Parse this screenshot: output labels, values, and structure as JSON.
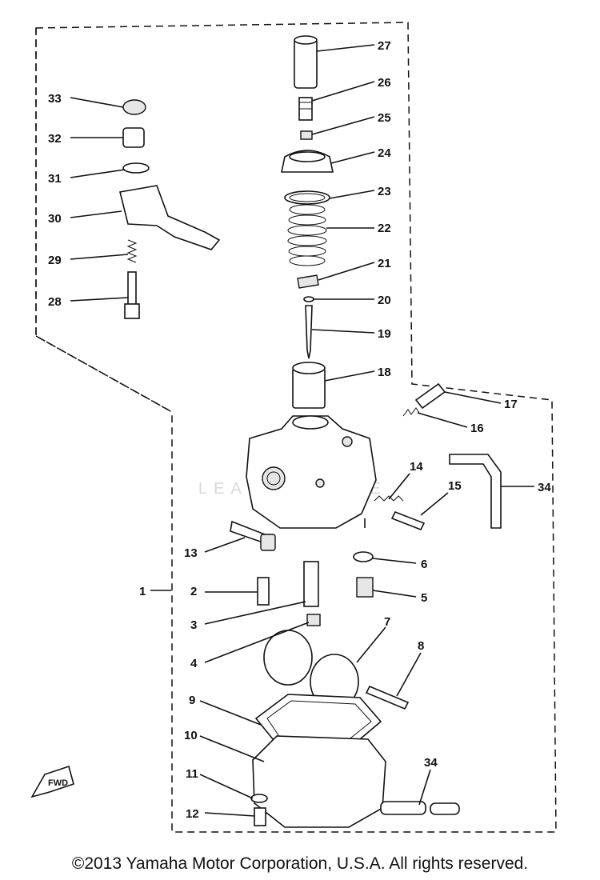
{
  "diagram": {
    "watermark": "LEADVENTURE",
    "fwd_label": "FWD",
    "callouts": [
      {
        "id": "27",
        "label": "27"
      },
      {
        "id": "26",
        "label": "26"
      },
      {
        "id": "25",
        "label": "25"
      },
      {
        "id": "24",
        "label": "24"
      },
      {
        "id": "23",
        "label": "23"
      },
      {
        "id": "22",
        "label": "22"
      },
      {
        "id": "21",
        "label": "21"
      },
      {
        "id": "20",
        "label": "20"
      },
      {
        "id": "19",
        "label": "19"
      },
      {
        "id": "18",
        "label": "18"
      },
      {
        "id": "17",
        "label": "17"
      },
      {
        "id": "16",
        "label": "16"
      },
      {
        "id": "34a",
        "label": "34"
      },
      {
        "id": "14",
        "label": "14"
      },
      {
        "id": "15",
        "label": "15"
      },
      {
        "id": "33",
        "label": "33"
      },
      {
        "id": "32",
        "label": "32"
      },
      {
        "id": "31",
        "label": "31"
      },
      {
        "id": "30",
        "label": "30"
      },
      {
        "id": "29",
        "label": "29"
      },
      {
        "id": "28",
        "label": "28"
      },
      {
        "id": "13",
        "label": "13"
      },
      {
        "id": "1",
        "label": "1"
      },
      {
        "id": "2",
        "label": "2"
      },
      {
        "id": "3",
        "label": "3"
      },
      {
        "id": "4",
        "label": "4"
      },
      {
        "id": "6",
        "label": "6"
      },
      {
        "id": "5",
        "label": "5"
      },
      {
        "id": "7",
        "label": "7"
      },
      {
        "id": "8",
        "label": "8"
      },
      {
        "id": "9",
        "label": "9"
      },
      {
        "id": "10",
        "label": "10"
      },
      {
        "id": "11",
        "label": "11"
      },
      {
        "id": "12",
        "label": "12"
      },
      {
        "id": "34b",
        "label": "34"
      }
    ]
  },
  "footer": {
    "copyright": "©2013 Yamaha Motor Corporation, U.S.A. All rights reserved."
  }
}
